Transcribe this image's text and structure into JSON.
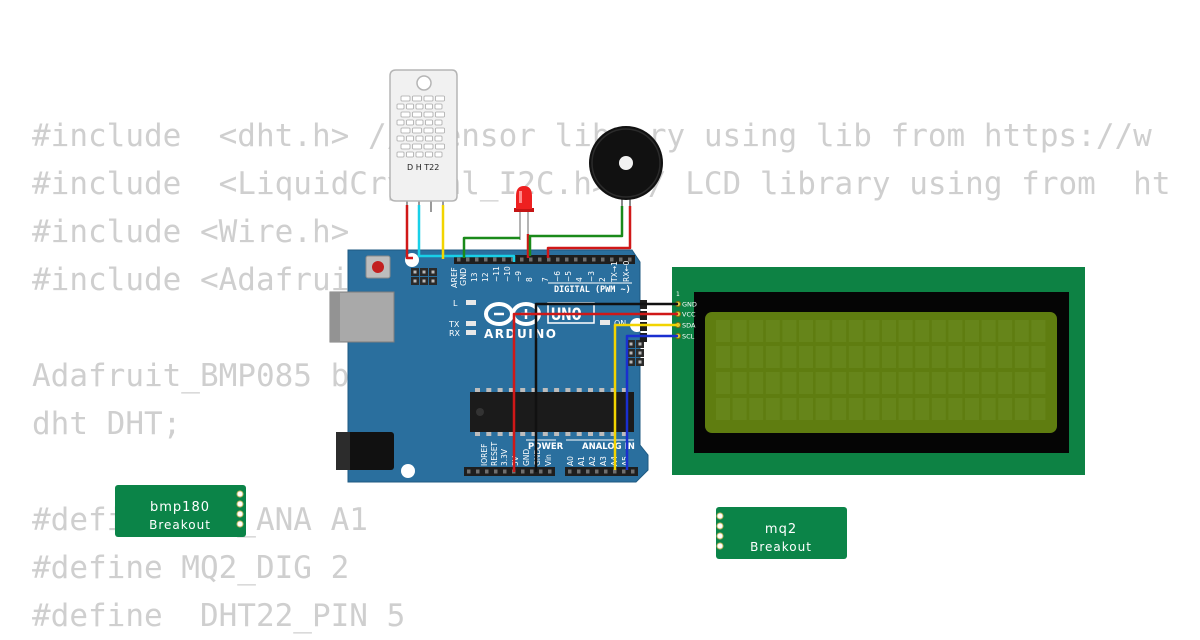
{
  "code_lines": [
    "#include  <dht.h> // sensor library using lib from https://w",
    "#include  <LiquidCrystal_I2C.h> // LCD library using from  ht",
    "#include <Wire.h>",
    "#include <Adafruit_BMP085.h>",
    "",
    "Adafruit_BMP085 bmp;",
    "dht DHT;",
    "",
    "#define MQ2_ANA A1",
    "#define MQ2_DIG 2",
    "#define  DHT22_PIN 5"
  ],
  "dht": {
    "label": "D H T22"
  },
  "arduino": {
    "aref": "AREF",
    "gnd": "GND",
    "digital_pins": [
      "13",
      "12",
      "~11",
      "~10",
      "~9",
      "8",
      "7",
      "~6",
      "~5",
      "4",
      "~3",
      "2",
      "TX→1",
      "RX←0"
    ],
    "digital_label": "DIGITAL (PWM ~)",
    "l": "L",
    "tx": "TX",
    "rx": "RX",
    "on": "ON",
    "uno": "UNO",
    "brand": "ARDUINO",
    "power_pins": [
      "IOREF",
      "RESET",
      "3.3V",
      "5V",
      "GND",
      "GND",
      "Vin"
    ],
    "power_label": "POWER",
    "analog_pins": [
      "A0",
      "A1",
      "A2",
      "A3",
      "A4",
      "A5"
    ],
    "analog_label": "ANALOG IN"
  },
  "lcd": {
    "pins": [
      "GND",
      "VCC",
      "SDA",
      "SCL"
    ],
    "pin1": "1"
  },
  "bmp180": {
    "name": "bmp180",
    "sub": "Breakout"
  },
  "mq2": {
    "name": "mq2",
    "sub": "Breakout"
  },
  "colors": {
    "board": "#2a6f9e",
    "board_edge": "#1f5a82",
    "lcd_pcb": "#0d8244",
    "lcd_screen": "#5f7d10",
    "breakout": "#0b8448",
    "wire_red": "#d01818",
    "wire_black": "#111111",
    "wire_yellow": "#f2d400",
    "wire_blue": "#1a2fd0",
    "wire_green": "#1a8a1a",
    "wire_cyan": "#18d0e8"
  }
}
